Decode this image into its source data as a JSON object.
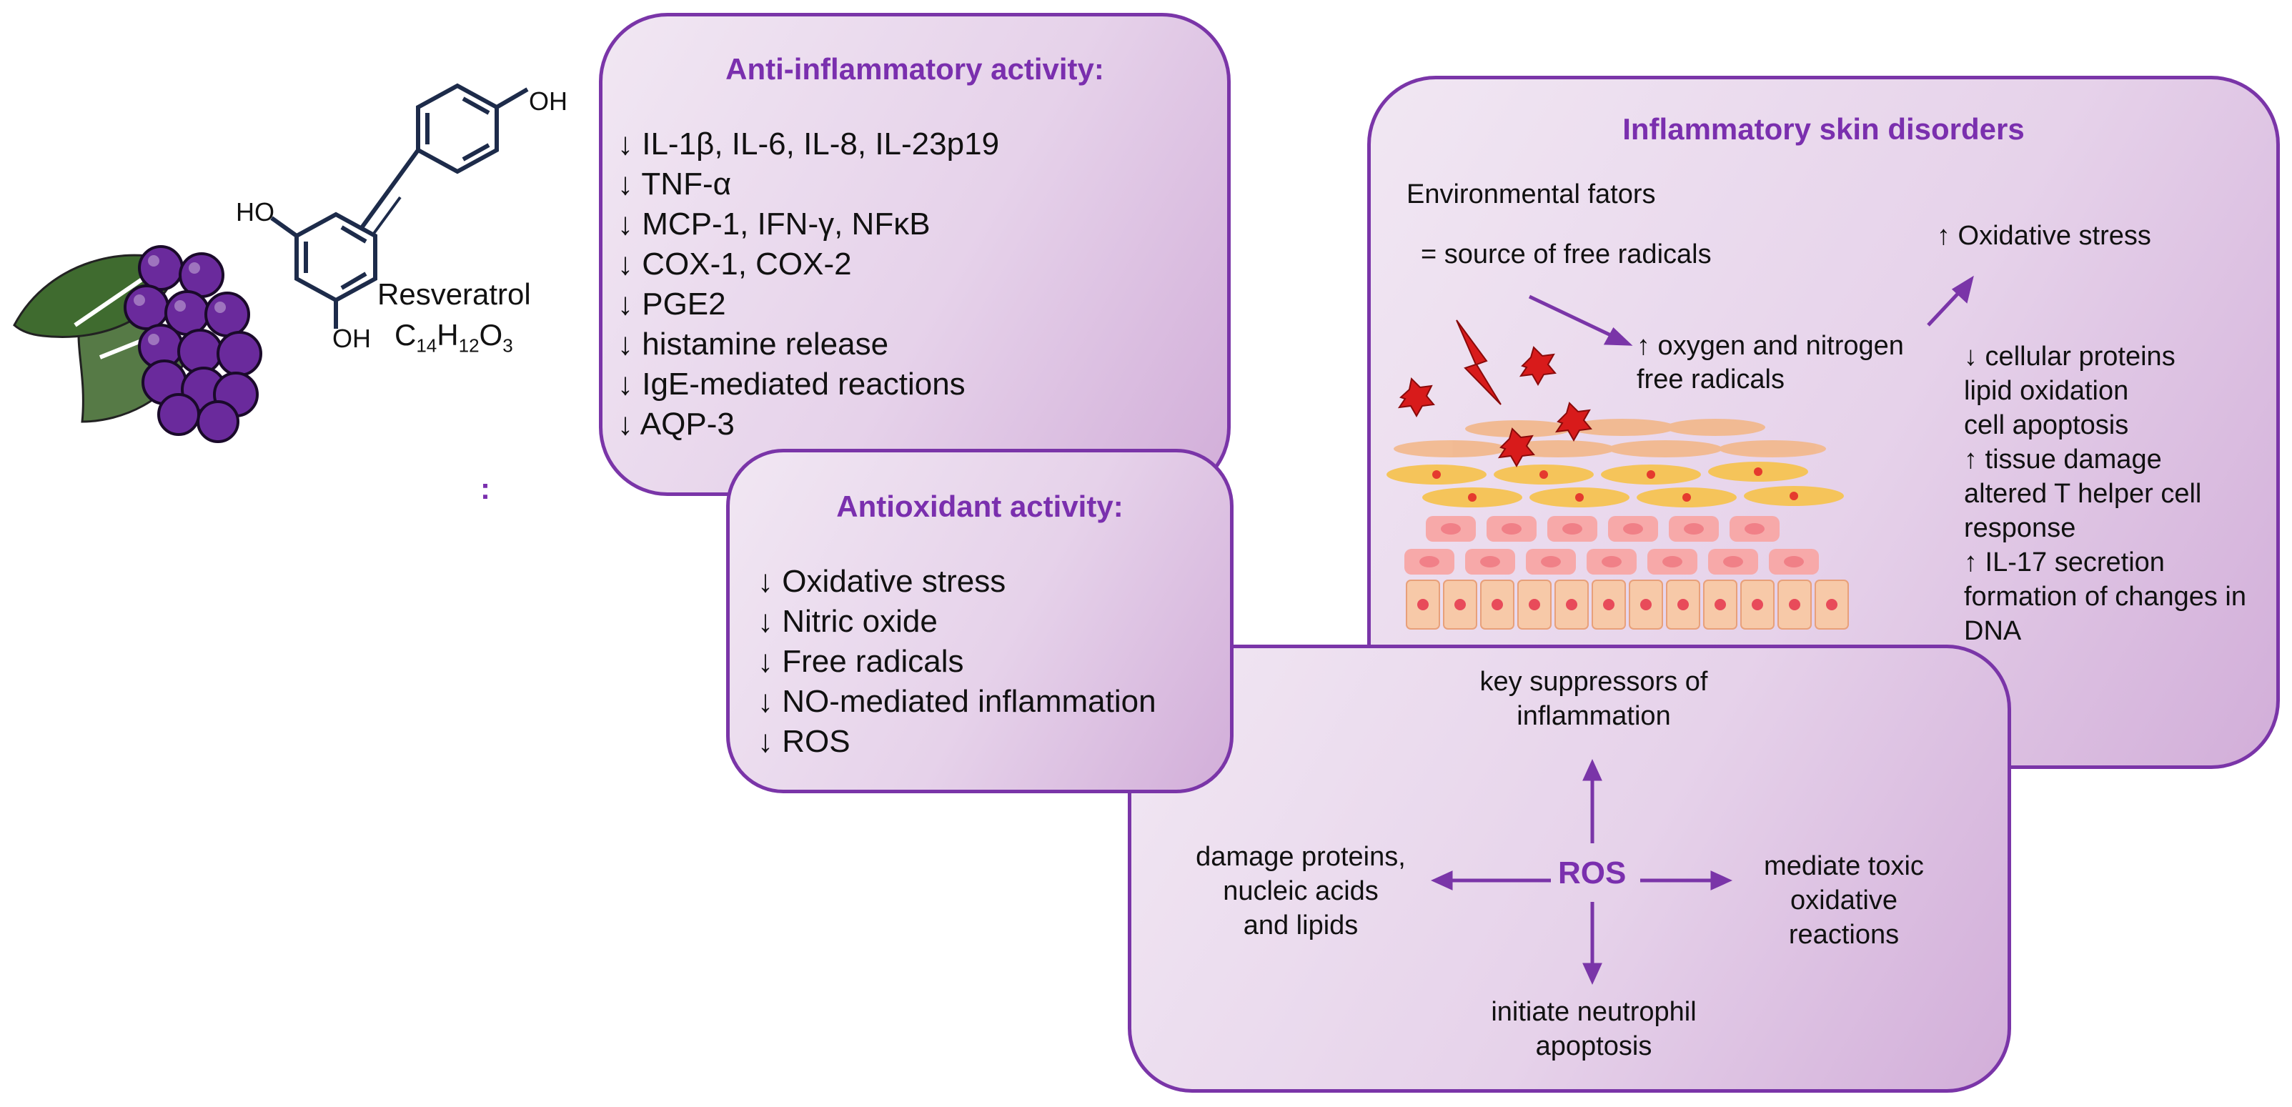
{
  "molecule": {
    "name": "Resveratrol",
    "formula_parts": [
      "C",
      "14",
      "H",
      "12",
      "O",
      "3"
    ],
    "oh_top": "OH",
    "oh_left": "HO",
    "oh_bottom": "OH"
  },
  "colon_mark": ":",
  "anti_inflammatory": {
    "title": "Anti-inflammatory activity:",
    "items": [
      "↓ IL-1β, IL-6, IL-8, IL-23p19",
      "↓ TNF-α",
      "↓ MCP-1, IFN-γ, NFκB",
      "↓ COX-1, COX-2",
      "↓ PGE2",
      "↓ histamine release",
      "↓ IgE-mediated reactions",
      "↓ AQP-3"
    ]
  },
  "antioxidant": {
    "title": "Antioxidant activity:",
    "items": [
      "↓ Oxidative stress",
      "↓ Nitric oxide",
      "↓ Free radicals",
      "↓ NO-mediated inflammation",
      "↓ ROS"
    ]
  },
  "skin": {
    "title": "Inflammatory skin disorders",
    "env_factors": "Environmental fators",
    "source": "= source of free radicals",
    "oxidative_stress": "↑ Oxidative stress",
    "oxygen_line1": "↑ oxygen and nitrogen",
    "oxygen_line2": "free radicals",
    "effects": [
      "↓ cellular proteins",
      "lipid oxidation",
      "cell apoptosis",
      "↑ tissue damage",
      "altered T helper cell",
      "response",
      "↑ IL-17 secretion",
      "formation of changes in",
      "DNA"
    ]
  },
  "ros": {
    "center": "ROS",
    "top": [
      "key suppressors of",
      "inflammation"
    ],
    "left": [
      "damage proteins,",
      "nucleic acids",
      "and lipids"
    ],
    "right": [
      "mediate toxic",
      "oxidative",
      "reactions"
    ],
    "bottom": [
      "initiate neutrophil",
      "apoptosis"
    ]
  },
  "colors": {
    "box_border": "#7a35a8",
    "title_purple": "#7a2fae",
    "grape": "#5a1e8c",
    "leaf": "#3f6b2f",
    "lightning": "#d81b1b",
    "skin_cell": "#f5c7a6"
  }
}
